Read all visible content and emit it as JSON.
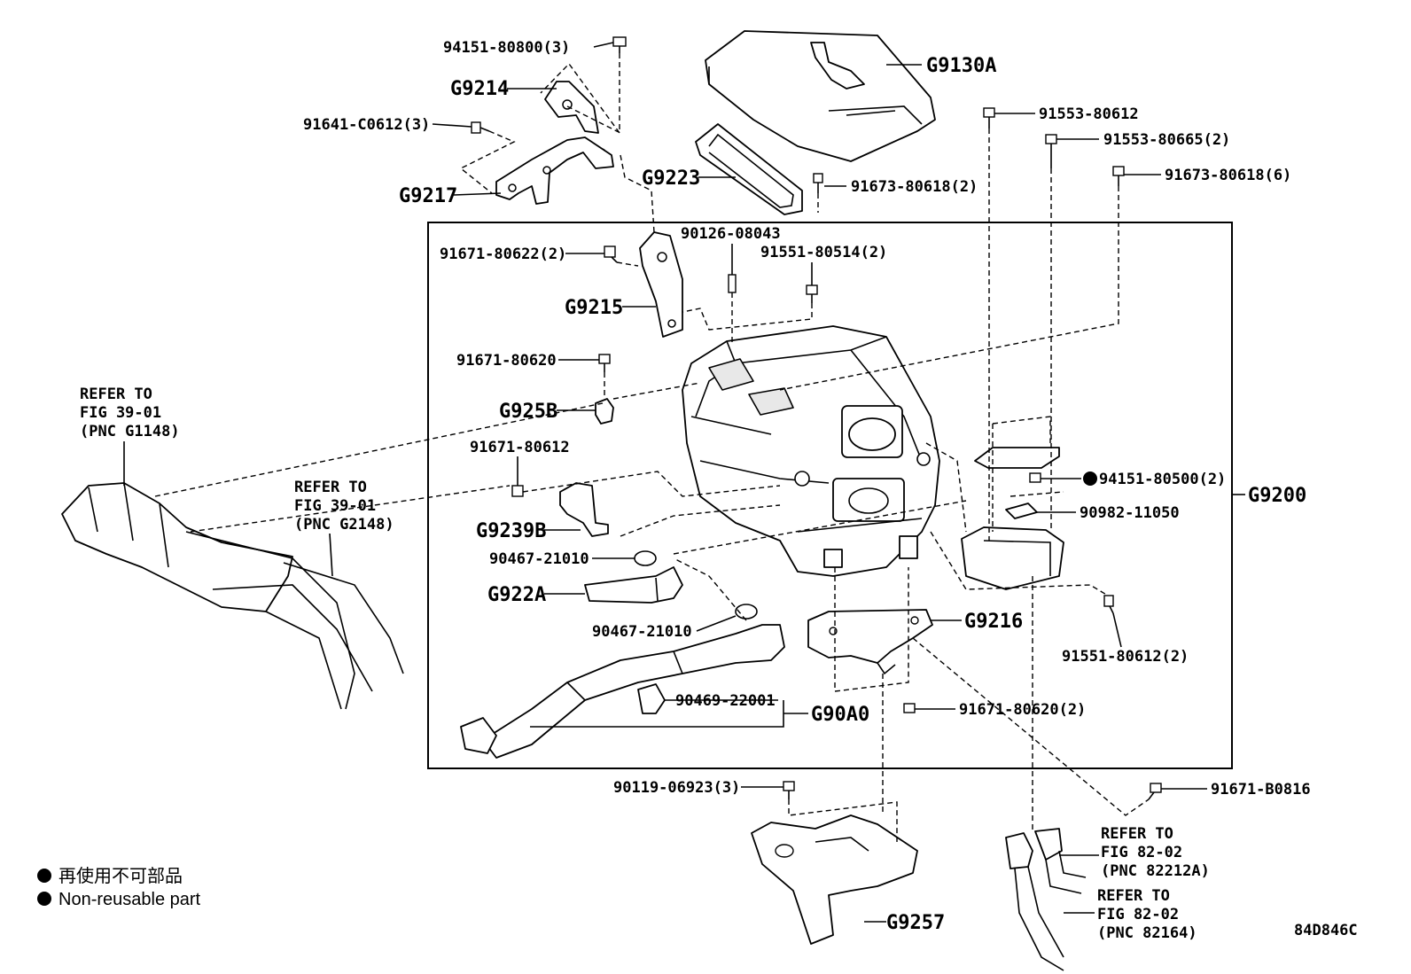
{
  "parts": {
    "p94151_80800": "94151-80800(3)",
    "g9214": "G9214",
    "p91641_c0612": "91641-C0612(3)",
    "g9217": "G9217",
    "g9130a": "G9130A",
    "g9223": "G9223",
    "p91673_80618_2": "91673-80618(2)",
    "p91553_80612": "91553-80612",
    "p91553_80665": "91553-80665(2)",
    "p91673_80618_6": "91673-80618(6)",
    "p91671_80622": "91671-80622(2)",
    "p90126_08043": "90126-08043",
    "p91551_80514": "91551-80514(2)",
    "g9215": "G9215",
    "p91671_80620_a": "91671-80620",
    "g925b": "G925B",
    "p91671_80612": "91671-80612",
    "g9239b": "G9239B",
    "p90467_21010_a": "90467-21010",
    "g922a": "G922A",
    "p90467_21010_b": "90467-21010",
    "p90469_22001": "90469-22001",
    "g90a0": "G90A0",
    "p94151_80500": "94151-80500(2)",
    "p90982_11050": "90982-11050",
    "g9200": "G9200",
    "g9216": "G9216",
    "p91551_80612": "91551-80612(2)",
    "p91671_80620_b": "91671-80620(2)",
    "p90119_06923": "90119-06923(3)",
    "p91671_b0816": "91671-B0816",
    "g9257": "G9257"
  },
  "refs": {
    "ref1": [
      "REFER TO",
      "FIG 39-01",
      "(PNC G1148)"
    ],
    "ref2": [
      "REFER TO",
      "FIG 39-01",
      "(PNC G2148)"
    ],
    "ref3": [
      "REFER TO",
      "FIG 82-02",
      "(PNC 82212A)"
    ],
    "ref4": [
      "REFER TO",
      "FIG 82-02",
      "(PNC 82164)"
    ]
  },
  "legend": {
    "line_cn": "再使用不可部品",
    "line_en": "Non-reusable part"
  },
  "drawing_id": "84D846C"
}
